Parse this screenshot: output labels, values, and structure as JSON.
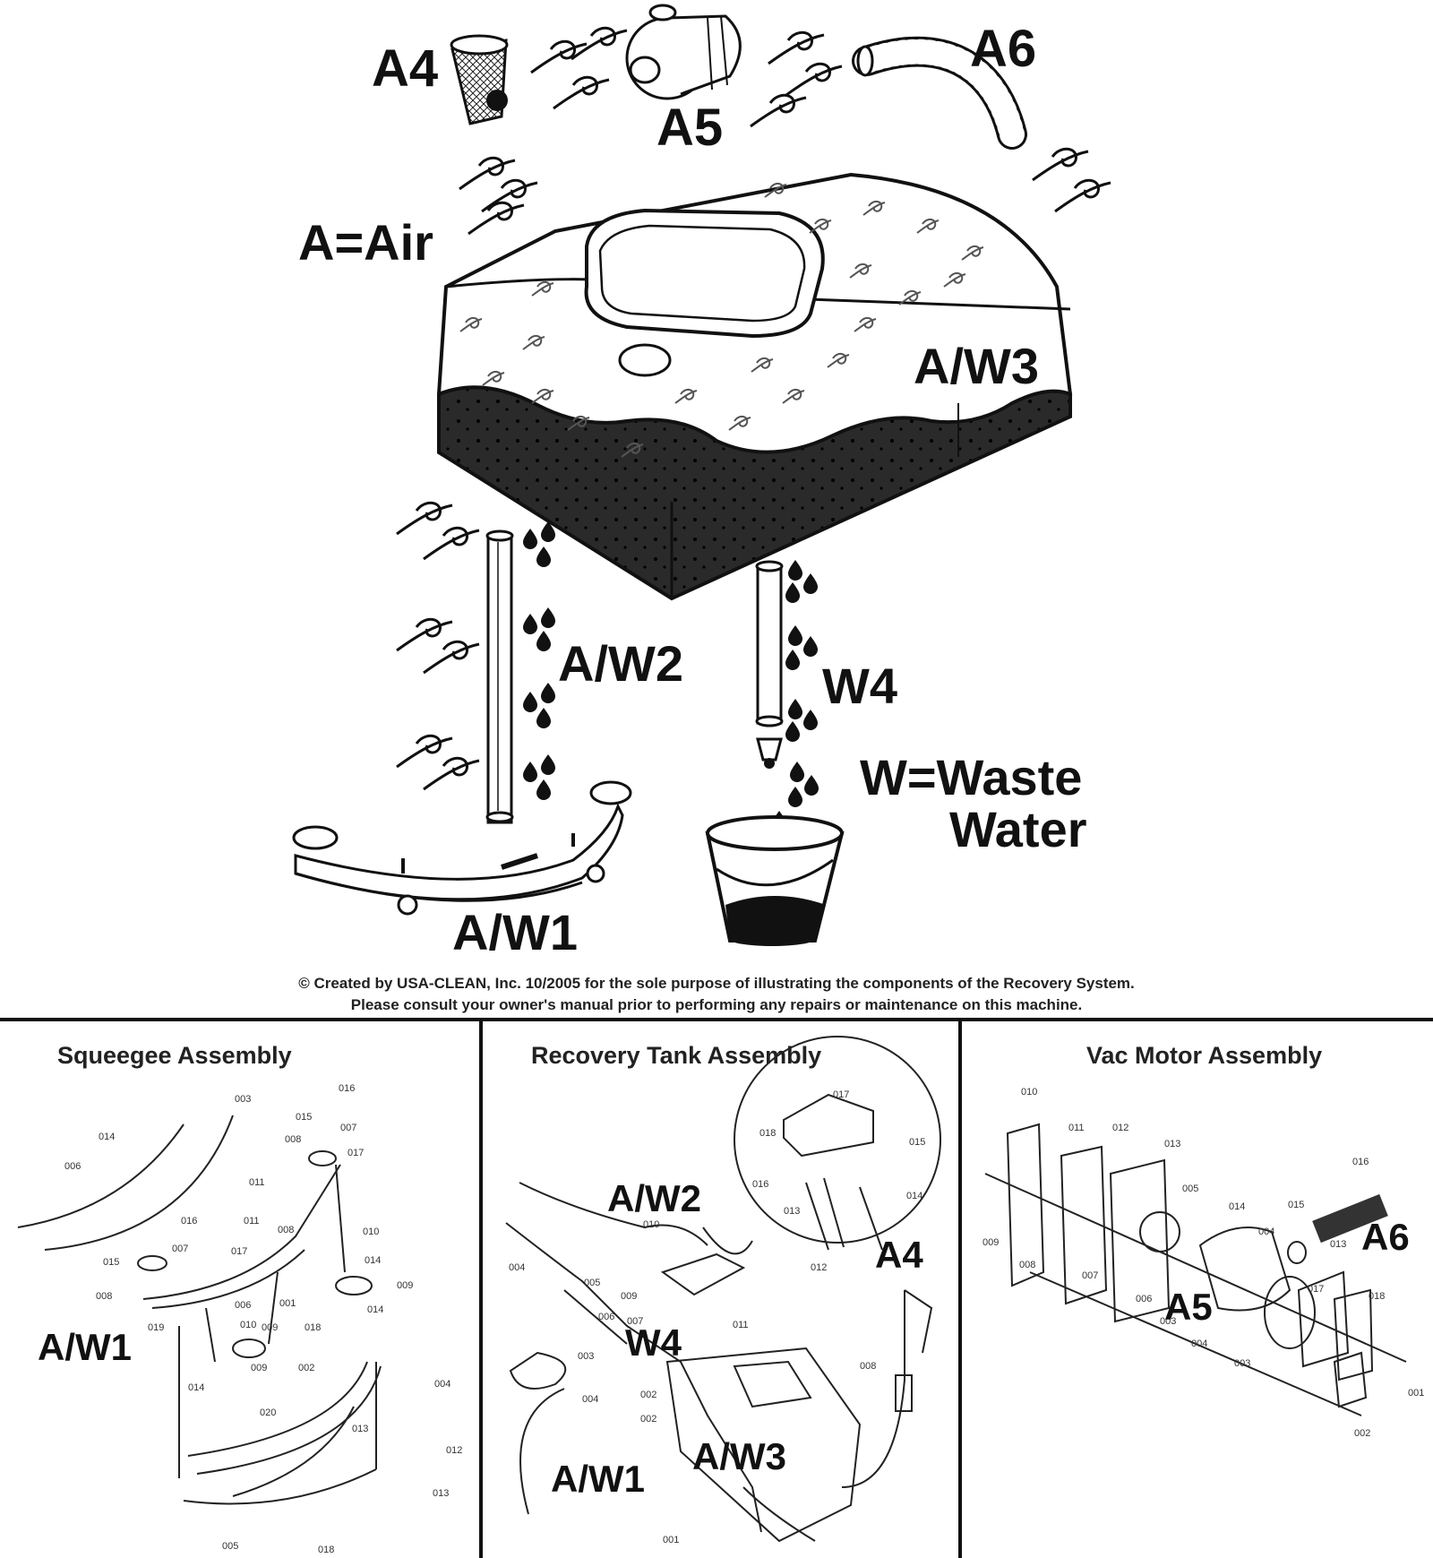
{
  "labels": {
    "a4": "A4",
    "a5": "A5",
    "a6": "A6",
    "air": "A=Air",
    "aw3": "A/W3",
    "aw2": "A/W2",
    "w4": "W4",
    "waste1": "W=Waste",
    "waste2": "Water",
    "aw1": "A/W1"
  },
  "caption": {
    "line1": "© Created by USA-CLEAN, Inc. 10/2005 for the sole purpose of illustrating the components of the Recovery System.",
    "line2": "Please consult your owner's manual prior to performing any repairs or maintenance on this machine."
  },
  "panels": {
    "squeegee": {
      "title": "Squeegee Assembly",
      "callout": "A/W1",
      "parts": [
        "003",
        "014",
        "006",
        "016",
        "015",
        "007",
        "008",
        "017",
        "011",
        "010",
        "008",
        "011",
        "017",
        "016",
        "015",
        "007",
        "008",
        "006",
        "010",
        "001",
        "014",
        "009",
        "014",
        "018",
        "009",
        "019",
        "014",
        "009",
        "002",
        "020",
        "013",
        "004",
        "012",
        "013",
        "005",
        "018"
      ]
    },
    "recovery": {
      "title": "Recovery Tank Assembly",
      "callouts": {
        "aw2": "A/W2",
        "a4": "A4",
        "w4": "W4",
        "aw3": "A/W3",
        "aw1": "A/W1"
      },
      "parts": [
        "017",
        "018",
        "015",
        "016",
        "014",
        "013",
        "012",
        "004",
        "010",
        "009",
        "005",
        "011",
        "006",
        "007",
        "003",
        "002",
        "004",
        "008",
        "002",
        "001"
      ]
    },
    "vac": {
      "title": "Vac Motor Assembly",
      "callouts": {
        "a5": "A5",
        "a6": "A6"
      },
      "parts": [
        "010",
        "011",
        "012",
        "013",
        "005",
        "014",
        "015",
        "016",
        "009",
        "008",
        "007",
        "006",
        "004",
        "013",
        "003",
        "017",
        "018",
        "003",
        "004",
        "001",
        "002"
      ]
    }
  },
  "colors": {
    "ink": "#111111",
    "fill_dark": "#2a2a2a",
    "paper": "#ffffff"
  }
}
